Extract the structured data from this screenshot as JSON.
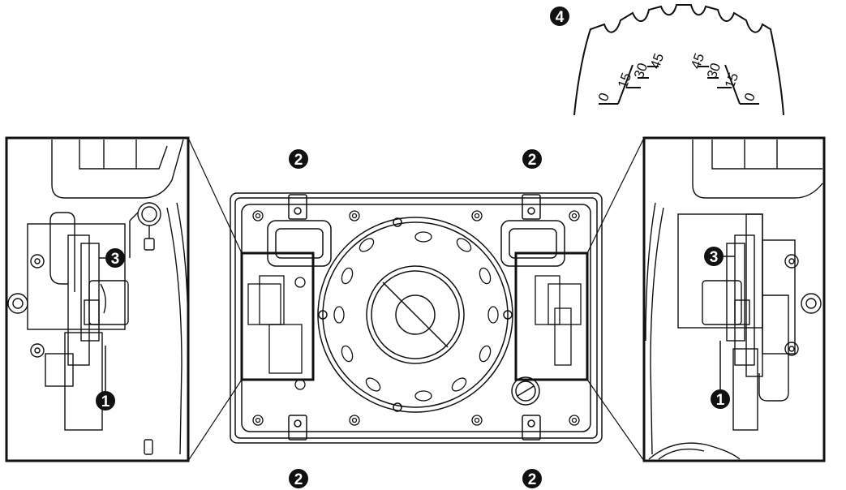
{
  "callouts": {
    "c1_left": "1",
    "c1_right": "1",
    "c2_top_left": "2",
    "c2_top_right": "2",
    "c2_bottom_left": "2",
    "c2_bottom_right": "2",
    "c3_left": "3",
    "c3_right": "3",
    "c4": "4"
  },
  "angle_scale": {
    "left_ticks": [
      "0",
      "15",
      "30",
      "45"
    ],
    "right_ticks": [
      "45",
      "30",
      "15",
      "0"
    ]
  },
  "colors": {
    "line": "#111111",
    "callout_fill": "#111111",
    "callout_text": "#ffffff",
    "background": "#ffffff"
  }
}
